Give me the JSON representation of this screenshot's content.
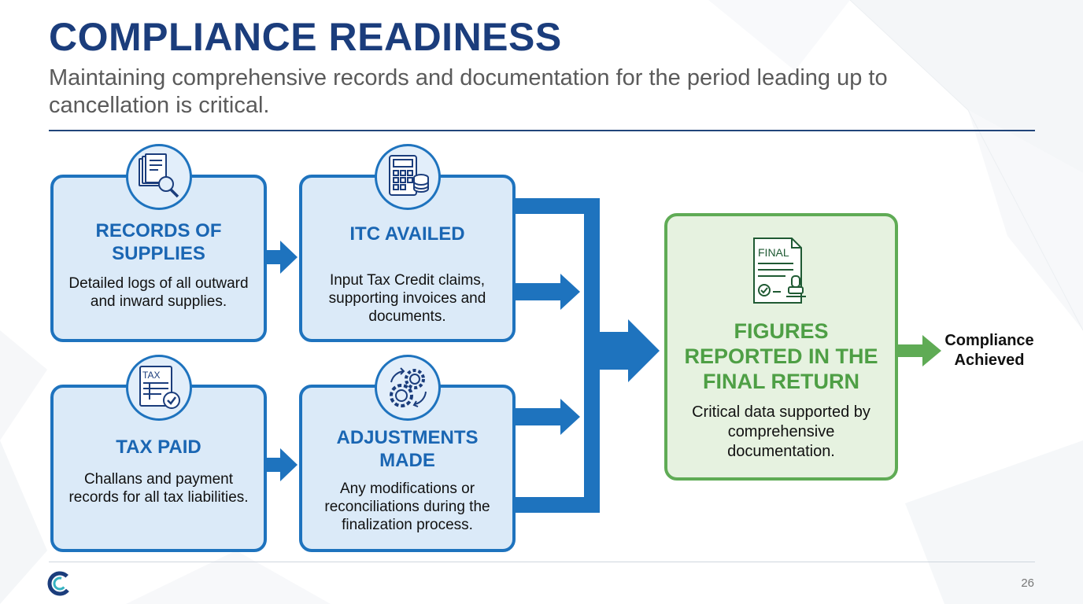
{
  "header": {
    "title": "COMPLIANCE READINESS",
    "subtitle": "Maintaining comprehensive records and documentation for the period leading up to cancellation is critical."
  },
  "cards": [
    {
      "title": "RECORDS OF SUPPLIES",
      "description": "Detailed logs of all outward and inward supplies.",
      "icon": "documents-magnifier-icon"
    },
    {
      "title": "ITC AVAILED",
      "description": "Input Tax Credit claims, supporting invoices and documents.",
      "icon": "calculator-coins-icon"
    },
    {
      "title": "TAX PAID",
      "description": "Challans and payment records for all tax liabilities.",
      "icon": "tax-form-check-icon",
      "icon_text": "TAX"
    },
    {
      "title": "ADJUSTMENTS MADE",
      "description": "Any modifications or reconciliations during the finalization process.",
      "icon": "gears-cycle-icon"
    }
  ],
  "final": {
    "title": "FIGURES REPORTED IN THE FINAL RETURN",
    "description": "Critical data supported by comprehensive documentation.",
    "icon": "final-document-stamp-icon",
    "icon_text": "FINAL"
  },
  "outcome": {
    "label": "Compliance Achieved"
  },
  "footer": {
    "page_number": "26",
    "logo": "c-logo-icon"
  },
  "colors": {
    "title": "#1b3d7c",
    "blue_border": "#1e73be",
    "blue_fill": "#dbeaf8",
    "blue_heading": "#1a66b3",
    "green_border": "#5fab55",
    "green_fill": "#e6f2e0",
    "green_heading": "#4e9f45"
  }
}
